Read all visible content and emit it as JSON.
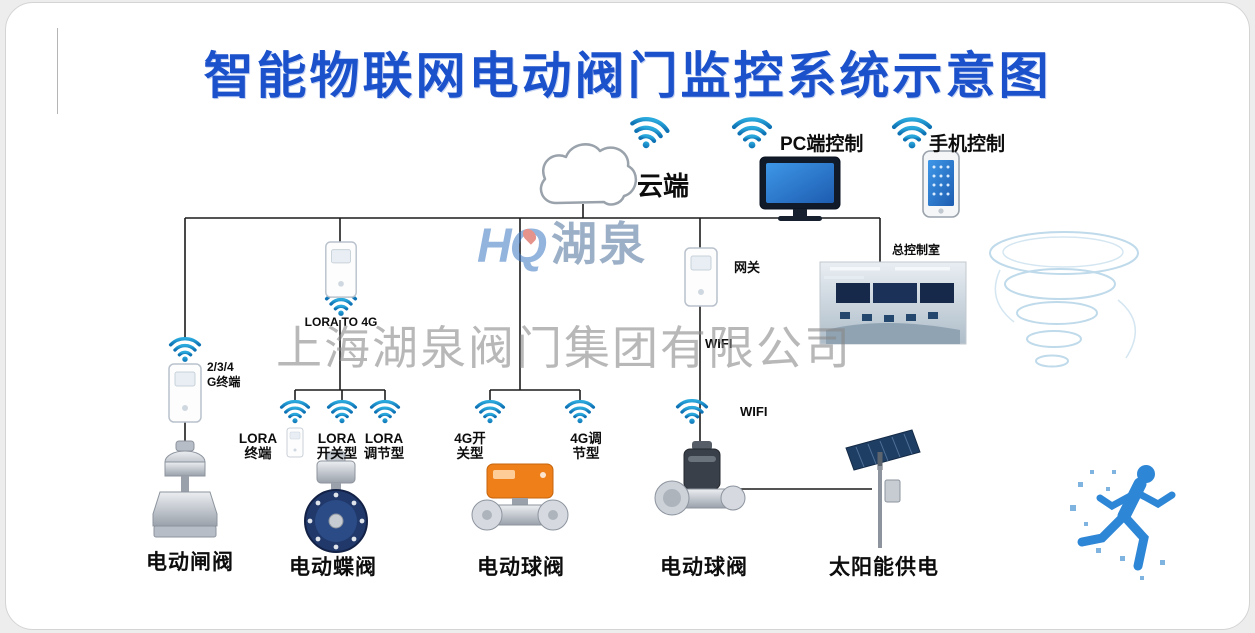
{
  "title": "智能物联网电动阀门监控系统示意图",
  "watermark": {
    "logo_latin": "HQ",
    "logo_cjk": "湖泉",
    "company": "上海湖泉阀门集团有限公司"
  },
  "cloud": {
    "label": "云端"
  },
  "pc": {
    "label": "PC端控制"
  },
  "phone": {
    "label": "手机控制"
  },
  "gateway": {
    "label": "网关"
  },
  "control_room": {
    "label": "总控制室"
  },
  "lora_gateway": {
    "label": "LORA TO 4G"
  },
  "terminal_234g": {
    "line1": "2/3/4",
    "line2": "G终端"
  },
  "wifi_labels": {
    "on_line": "WIFI",
    "at_node": "WIFI"
  },
  "branches": [
    {
      "line1": "LORA",
      "line2": "终端"
    },
    {
      "line1": "LORA",
      "line2": "开关型"
    },
    {
      "line1": "LORA",
      "line2": "调节型"
    },
    {
      "line1": "4G开",
      "line2": "关型"
    },
    {
      "line1": "4G调",
      "line2": "节型"
    }
  ],
  "equipment": [
    {
      "label": "电动闸阀"
    },
    {
      "label": "电动蝶阀"
    },
    {
      "label": "电动球阀"
    },
    {
      "label": "电动球阀"
    },
    {
      "label": "太阳能供电"
    }
  ],
  "colors": {
    "title_blue": "#1b51cb",
    "wifi_blue": "#168fc9",
    "wire_black": "#1c1c1c",
    "watermark_gray": "#8a8a8a",
    "actuator_orange": "#ef7f18",
    "butterfly_navy": "#20386a",
    "screen_blue": "#2f86d8"
  }
}
